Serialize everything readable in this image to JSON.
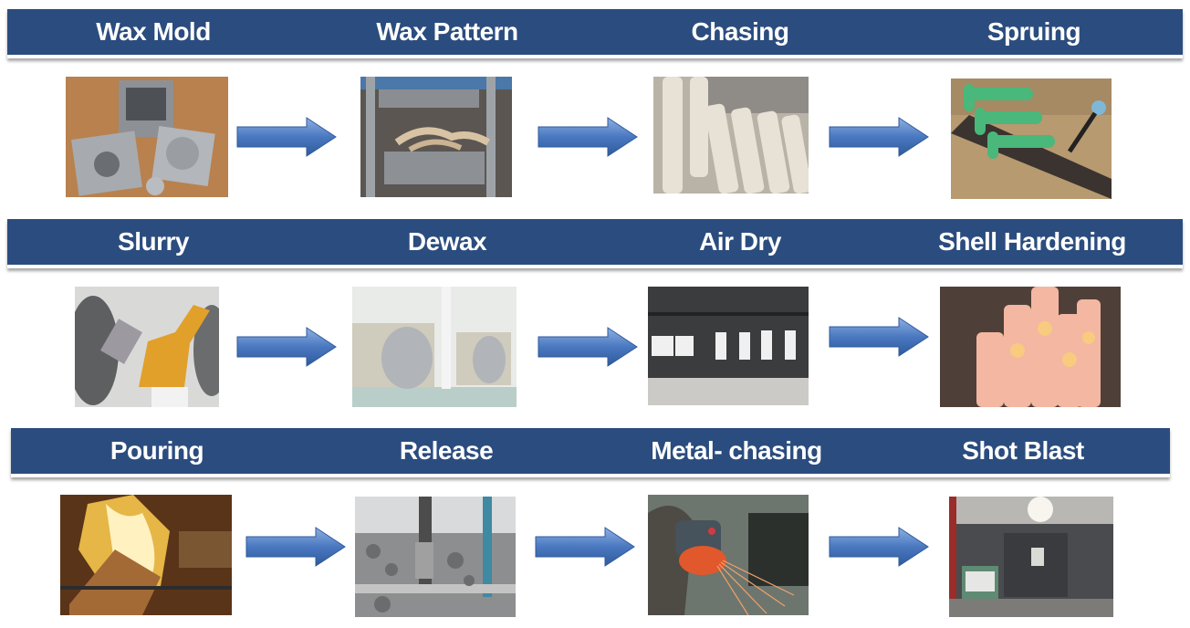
{
  "title": "Investment Casting Process Flow",
  "accent_color": "#2b4c7e",
  "arrow_color": "#4a78c0",
  "rows": [
    {
      "steps": [
        {
          "label": "Wax Mold",
          "image": "aluminum-mold-parts-photo"
        },
        {
          "label": "Wax Pattern",
          "image": "wax-injection-press-photo"
        },
        {
          "label": "Chasing",
          "image": "white-wax-parts-rack-photo"
        },
        {
          "label": "Spruing",
          "image": "green-wax-parts-on-sprue-photo"
        }
      ]
    },
    {
      "steps": [
        {
          "label": "Slurry",
          "image": "orange-robot-arm-dipping-photo"
        },
        {
          "label": "Dewax",
          "image": "autoclave-dewax-chambers-photo"
        },
        {
          "label": "Air Dry",
          "image": "hanging-shells-conveyor-photo"
        },
        {
          "label": "Shell Hardening",
          "image": "glowing-hot-shells-photo"
        }
      ]
    },
    {
      "steps": [
        {
          "label": "Pouring",
          "image": "molten-metal-pouring-photo"
        },
        {
          "label": "Release",
          "image": "shell-knockout-hammer-photo"
        },
        {
          "label": "Metal- chasing",
          "image": "angle-grinder-sparks-photo"
        },
        {
          "label": "Shot Blast",
          "image": "shot-blast-machine-photo"
        }
      ]
    }
  ],
  "arrow_icon": "right-arrow-icon"
}
